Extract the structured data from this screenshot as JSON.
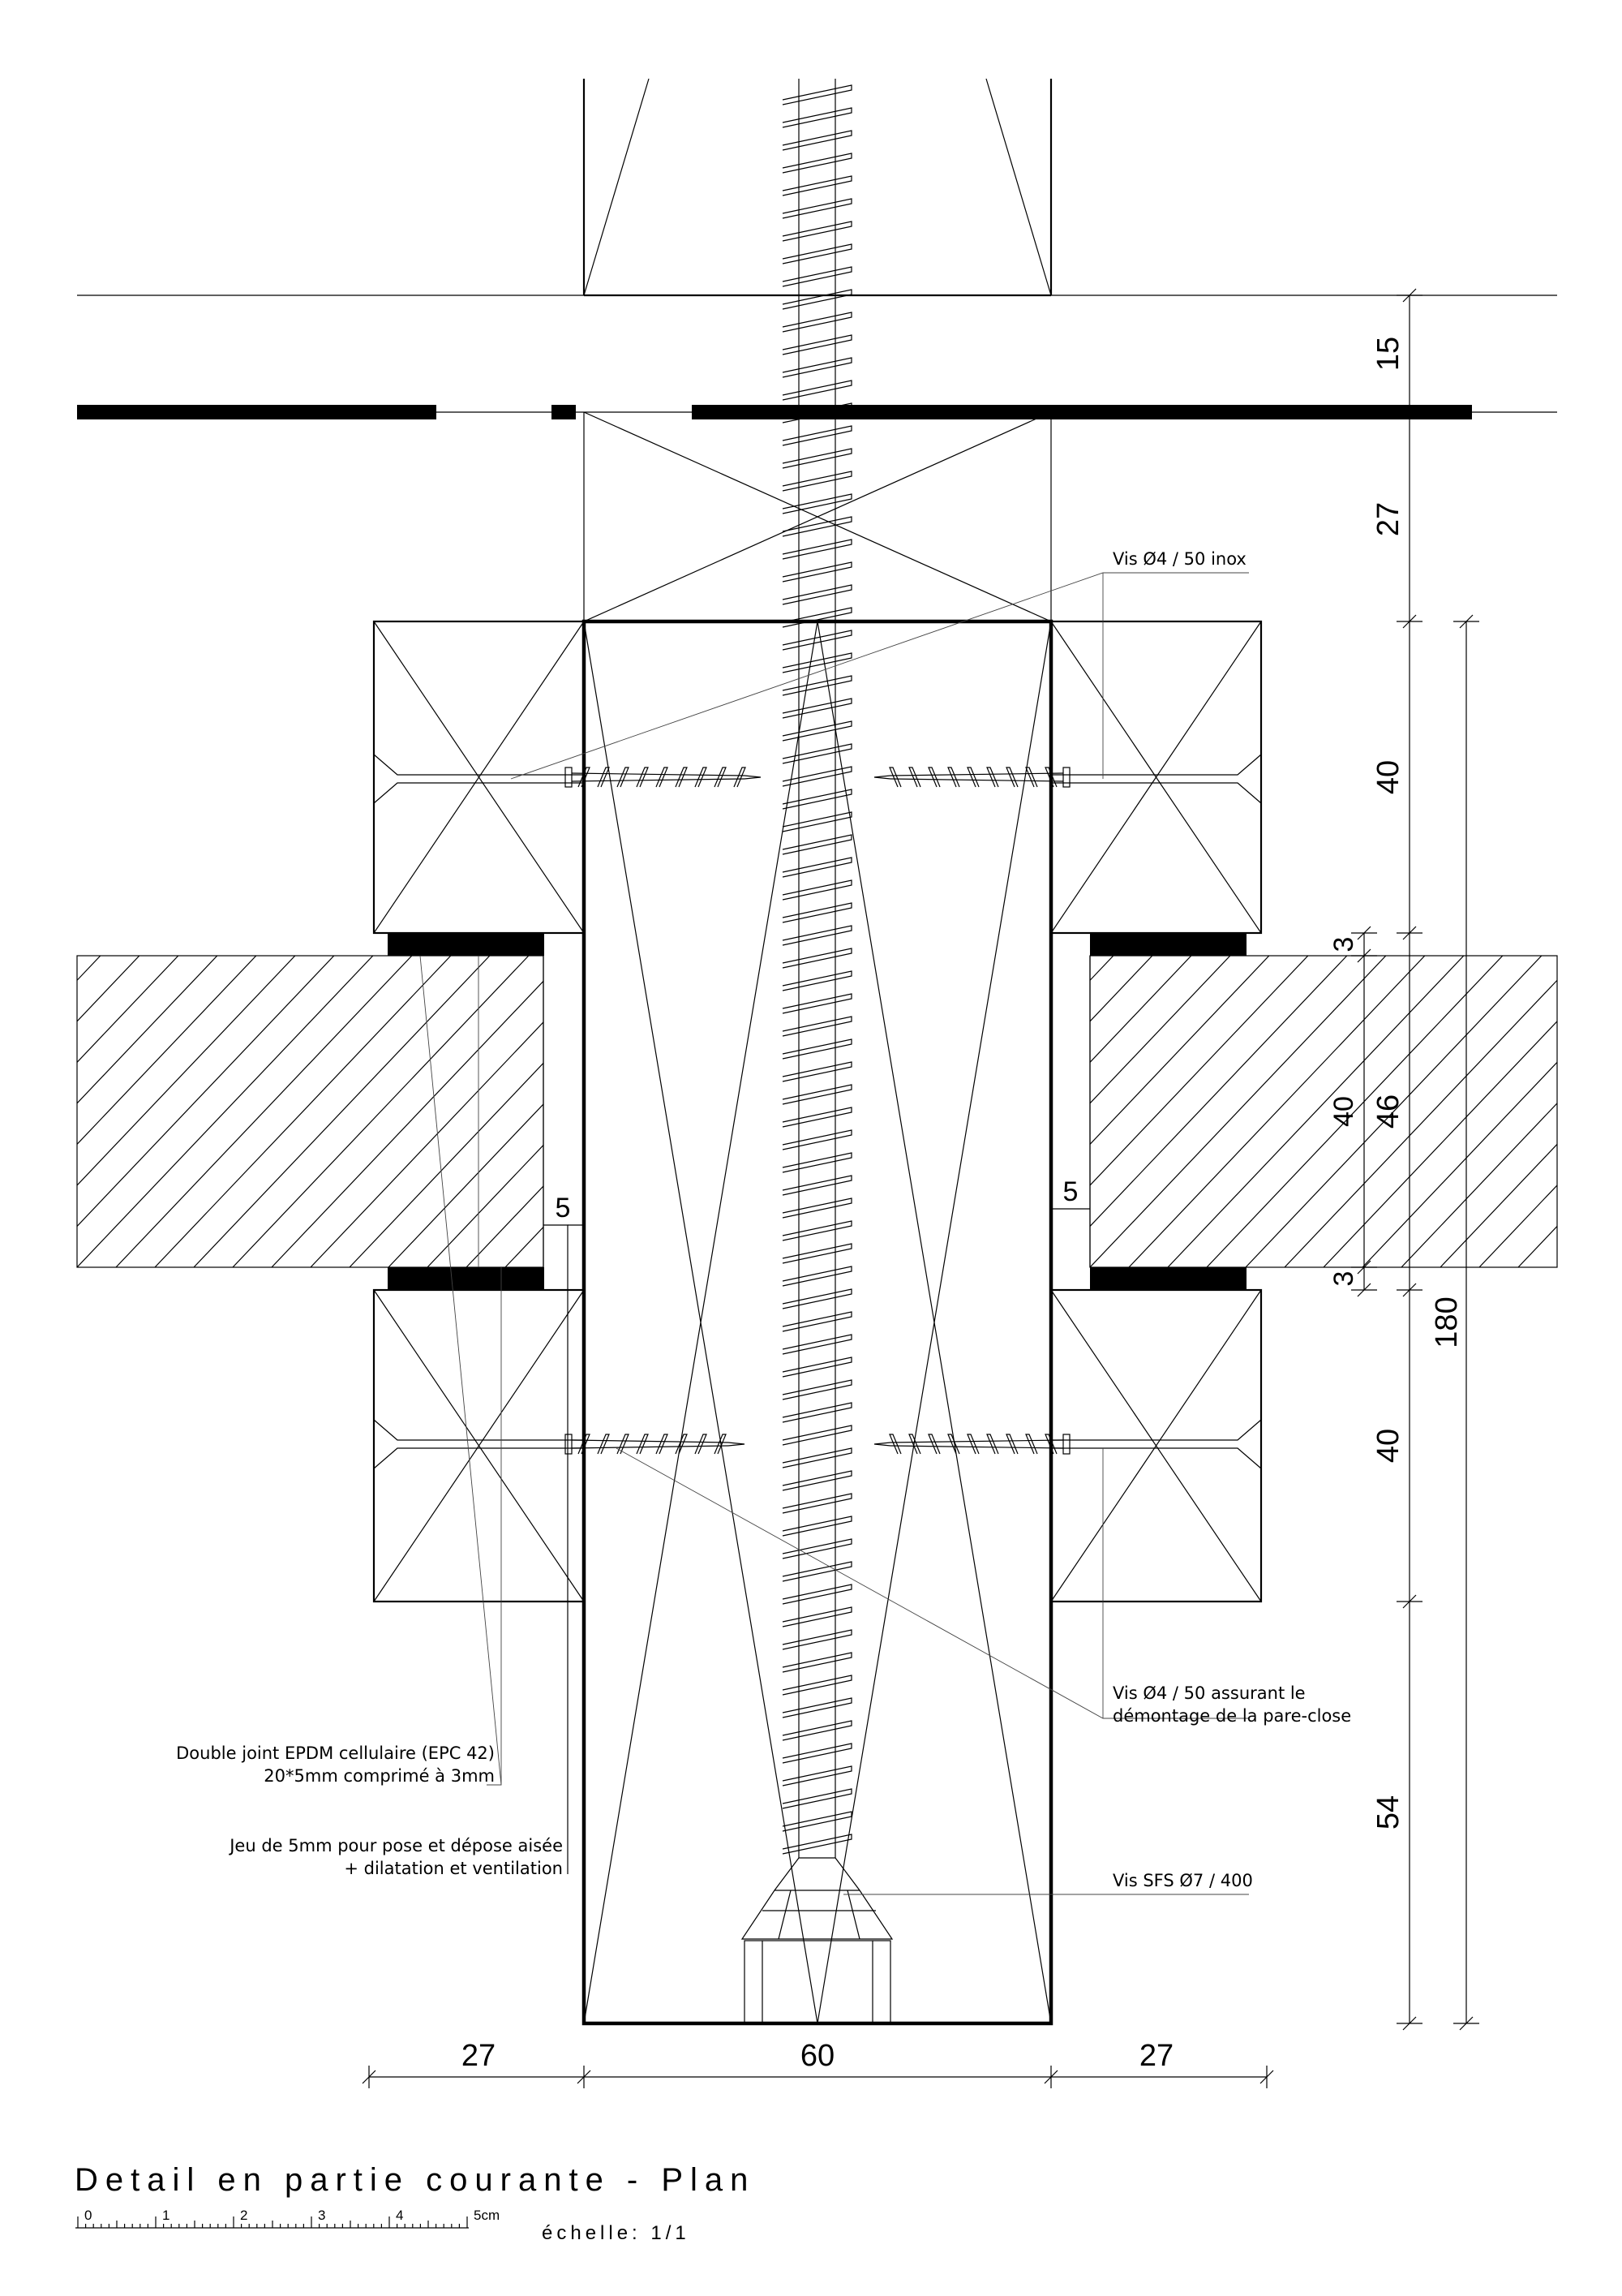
{
  "title": "Detail en partie courante - Plan",
  "scale": {
    "label": "échelle: 1/1",
    "ticks": [
      "0",
      "1",
      "2",
      "3",
      "4",
      "5cm"
    ]
  },
  "annotations": {
    "screw_top": "Vis Ø4 / 50 inox",
    "screw_bottom_line1": "Vis Ø4 / 50 assurant le",
    "screw_bottom_line2": "démontage de la pare-close",
    "screw_sfs": "Vis SFS Ø7 / 400",
    "joint_line1": "Double joint EPDM cellulaire (EPC 42)",
    "joint_line2": "20*5mm comprimé à 3mm",
    "gap_line1": "Jeu de 5mm pour pose et dépose aisée",
    "gap_line2": "+ dilatation et ventilation"
  },
  "dimensions": {
    "vertical_outer": [
      "15",
      "27",
      "40",
      "46",
      "40",
      "54"
    ],
    "vertical_inner": [
      "3",
      "40",
      "3"
    ],
    "vertical_total": "180",
    "gap_left": "5",
    "gap_right": "5",
    "horizontal": [
      "27",
      "60",
      "27"
    ]
  }
}
